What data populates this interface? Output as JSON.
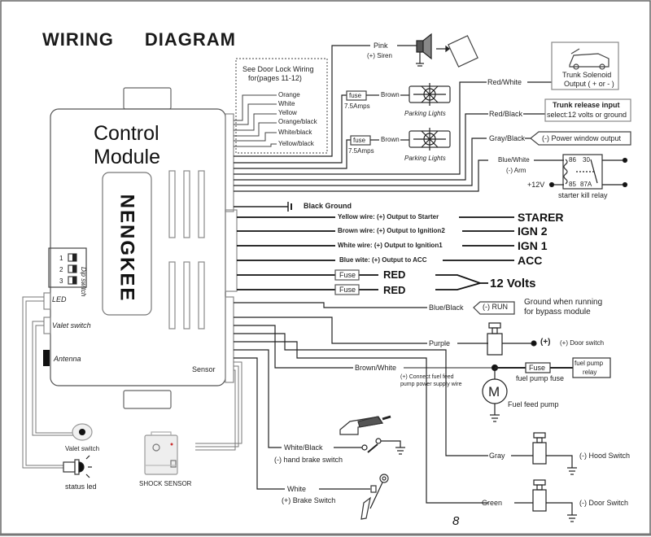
{
  "header": {
    "title_word1": "WIRING",
    "title_word2": "DIAGRAM"
  },
  "module": {
    "title_line1": "Control",
    "title_line2": "Module",
    "brand": "NENGKEE",
    "dip_switch_label": "Dip switch",
    "dip_numbers": [
      "1",
      "2",
      "3"
    ],
    "led_label": "LED",
    "valet_label": "Valet switch",
    "antenna_label": "Antenna",
    "sensor_label": "Sensor"
  },
  "door_lock_box": {
    "note_line1": "See Door Lock Wiring",
    "note_line2": "for(pages 11-12)",
    "wires": [
      "Orange",
      "White",
      "Yellow",
      "Orange/black",
      "White/black",
      "Yellow/black"
    ]
  },
  "siren": {
    "wire": "Pink",
    "label": "(+) Siren"
  },
  "parking_lights": [
    {
      "fuse": "fuse",
      "amps": "7.5Amps",
      "wire": "Brown",
      "label": "Parking Lights"
    },
    {
      "fuse": "fuse",
      "amps": "7.5Amps",
      "wire": "Brown",
      "label": "Parking Lights"
    }
  ],
  "trunk_solenoid": {
    "wire": "Red/White",
    "line1": "Trunk Solenoid",
    "line2": "Output ( + or - )"
  },
  "trunk_release": {
    "wire": "Red/Black",
    "line1": "Trunk release input",
    "line2": "select:12 volts or ground"
  },
  "power_window": {
    "wire": "Gray/Black",
    "label": "(-) Power window output"
  },
  "starter_kill": {
    "wire": "Blue/White",
    "wire_note": "(-) Arm",
    "supply": "+12V",
    "pins": [
      "86",
      "30",
      "85",
      "87A"
    ],
    "label": "starter kill relay"
  },
  "ground": {
    "label": "Black Ground"
  },
  "outputs": [
    {
      "desc": "Yellow wire:  (+) Output to Starter",
      "target": "STARER"
    },
    {
      "desc": "Brown wire:  (+) Output to Ignition2",
      "target": "IGN 2"
    },
    {
      "desc": "White wire: (+) Output to Ignition1",
      "target": "IGN 1"
    },
    {
      "desc": "Blue wite:  (+) Output to ACC",
      "target": "ACC"
    }
  ],
  "power": {
    "fuses": [
      "Fuse",
      "Fuse"
    ],
    "wires": [
      "RED",
      "RED"
    ],
    "target": "12 Volts"
  },
  "run": {
    "wire": "Blue/Black",
    "label": "(-) RUN",
    "note_line1": "Ground when running",
    "note_line2": "for bypass module"
  },
  "door_switch_pos": {
    "wire": "Purple",
    "polarity": "(+)",
    "label": "(+) Door switch"
  },
  "fuel_pump": {
    "wire": "Brown/White",
    "note_line1": "(+) Connect fuel feed",
    "note_line2": "pump power supply wire",
    "fuse": "Fuse",
    "fuse_label": "fuel pump fuse",
    "relay_line1": "fuel pump",
    "relay_line2": "relay",
    "motor": "M",
    "motor_label": "Fuel  feed  pump"
  },
  "hand_brake": {
    "wire": "White/Black",
    "label": "(-) hand brake switch"
  },
  "brake": {
    "wire": "White",
    "label": "(+) Brake Switch"
  },
  "hood": {
    "wire": "Gray",
    "label": "(-) Hood Switch"
  },
  "door_switch_neg": {
    "wire": "Green",
    "label": "(-) Door Switch"
  },
  "peripherals": {
    "valet_switch": "Valet switch",
    "status_led": "status led",
    "shock_sensor": "SHOCK SENSOR"
  },
  "footer": {
    "page_number": "8"
  }
}
